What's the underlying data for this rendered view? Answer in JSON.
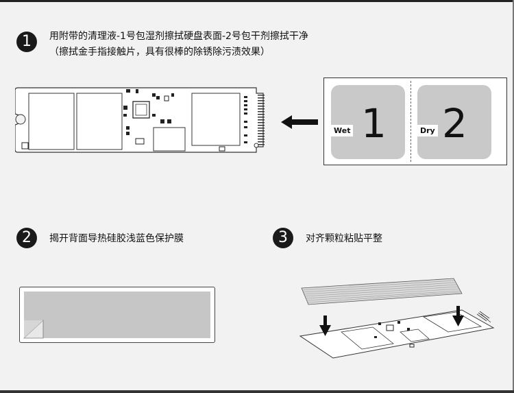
{
  "steps": [
    {
      "number": "1",
      "line1": "用附带的清理液-1号包湿剂擦拭硬盘表面-2号包干剂擦拭干净",
      "line2": "（擦拭金手指接触片，具有很棒的除锈除污渍效果）"
    },
    {
      "number": "2",
      "line1": "揭开背面导热硅胶浅蓝色保护膜"
    },
    {
      "number": "3",
      "line1": "对齐颗粒粘贴平整"
    }
  ],
  "wipes": [
    {
      "label": "Wet",
      "number": "1"
    },
    {
      "label": "Dry",
      "number": "2"
    }
  ],
  "colors": {
    "background": "#f2f2f2",
    "pad_gray": "#c9c9c9",
    "dark": "#1a1a1a"
  }
}
